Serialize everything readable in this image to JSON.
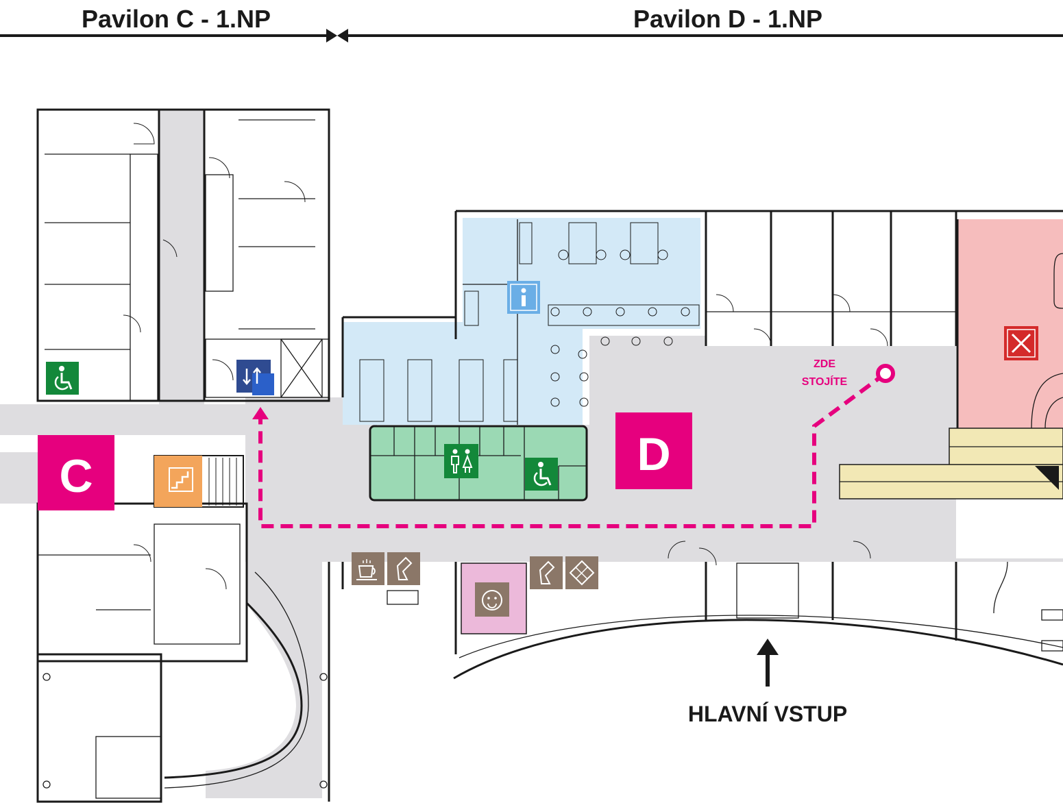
{
  "headers": {
    "pavilion_c": "Pavilon C  - 1.NP",
    "pavilion_d": "Pavilon D - 1.NP"
  },
  "labels": {
    "pavilion_c_badge": "C",
    "pavilion_d_badge": "D",
    "you_are_here_line1": "ZDE",
    "you_are_here_line2": "STOJÍTE",
    "main_entrance": "HLAVNÍ VSTUP"
  },
  "icons": [
    "wheelchair-accessible-icon",
    "elevator-icon",
    "stairs-icon",
    "information-icon",
    "restroom-icon",
    "accessible-toilet-icon",
    "restaurant-icon",
    "cafe-icon",
    "baby-bottle-icon",
    "baby-care-icon",
    "chocolate-vending-icon"
  ],
  "colors": {
    "accent": "#e6007e",
    "corridor": "#dedde0",
    "info_area": "#d3e9f7",
    "restrooms": "#9bd9b4",
    "restaurant": "#f6bdbd",
    "baby_room": "#ecb9da",
    "stairs": "#f3a55b",
    "elevator": "#2f4b91",
    "wheelchair": "#13883a",
    "info_icon": "#6aaee6",
    "service_icon": "#8b7768",
    "escalator": "#f2e8b5"
  }
}
